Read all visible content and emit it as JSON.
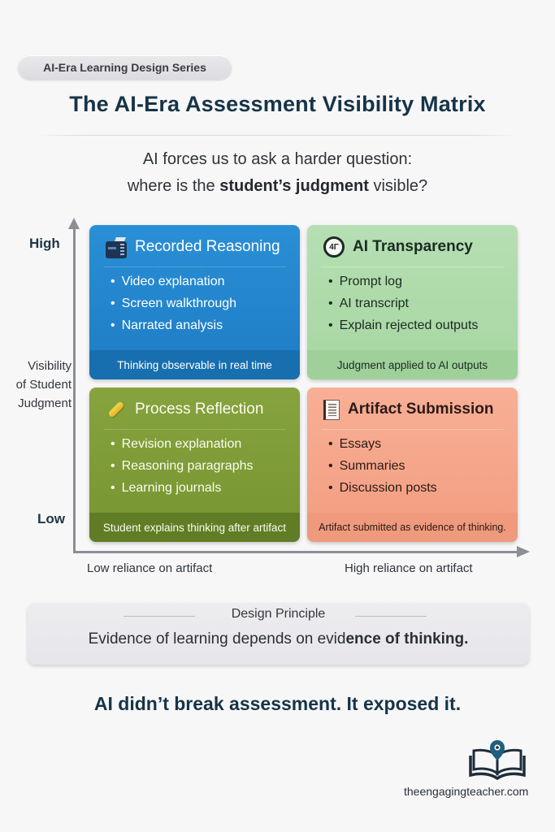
{
  "header": {
    "series_label": "AI-Era Learning Design Series",
    "title": "The AI-Era Assessment Visibility Matrix",
    "subtitle_line1": "AI forces us to ask a harder question:",
    "subtitle_line2_pre": "where is the ",
    "subtitle_line2_bold": "student’s judgment",
    "subtitle_line2_post": " visible?"
  },
  "axes": {
    "y_high": "High",
    "y_low": "Low",
    "y_label_line1": "Visibility",
    "y_label_line2": "of Student",
    "y_label_line3": "Judgment",
    "x_low": "Low reliance on artifact",
    "x_high": "High reliance on artifact",
    "axis_color": "#8b8e94"
  },
  "quadrants": [
    {
      "position": "top-left",
      "icon": "video-camera-icon",
      "title": "Recorded Reasoning",
      "items": [
        "Video explanation",
        "Screen walkthrough",
        "Narrated analysis"
      ],
      "footer": "Thinking observable in real time",
      "color": "#2a8fd6"
    },
    {
      "position": "top-right",
      "icon": "ai-badge-icon",
      "icon_text": "4Γ",
      "title": "AI Transparency",
      "items": [
        "Prompt log",
        "AI transcript",
        "Explain rejected outputs"
      ],
      "footer": "Judgment applied to AI outputs",
      "color": "#b6dfb3"
    },
    {
      "position": "bottom-left",
      "icon": "pencil-icon",
      "title": "Process Reflection",
      "items": [
        "Revision explanation",
        "Reasoning paragraphs",
        "Learning journals"
      ],
      "footer": "Student explains thinking after artifact",
      "color": "#86a33e"
    },
    {
      "position": "bottom-right",
      "icon": "document-icon",
      "title": "Artifact Submission",
      "items": [
        "Essays",
        "Summaries",
        "Discussion posts"
      ],
      "footer": "Artifact submitted as evidence of thinking.",
      "color": "#f8af95"
    }
  ],
  "principle": {
    "title": "Design Principle",
    "text_pre": "Evidence of learning depends on evid",
    "text_bold": "ence of thinking."
  },
  "tagline": "AI didn’t break assessment. It exposed it.",
  "footer": {
    "logo_icon": "open-book-location-pin-icon",
    "site": "theengagingteacher.com"
  }
}
